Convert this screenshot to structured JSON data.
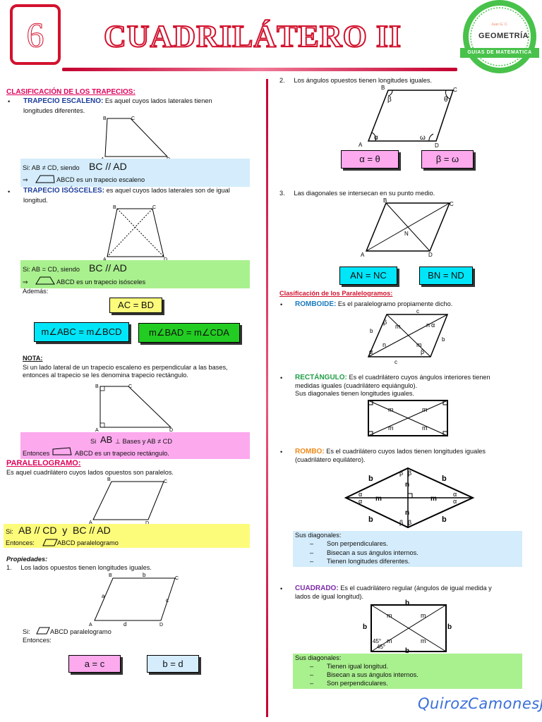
{
  "header": {
    "number": "6",
    "title": "CUADRILÁTERO II",
    "badge_author": "Juan G. C.",
    "badge_subject": "GEOMETRÍA",
    "badge_ribbon": "GUIAS DE MATEMATICA"
  },
  "left": {
    "trapecios_heading": "CLASIFICACIÓN DE LOS TRAPECIOS:",
    "escaleno_title": "TRAPECIO ESCALENO:",
    "escaleno_text_1": "Es aquel cuyos lados laterales tienen",
    "escaleno_text_2": "longitudes diferentes.",
    "escaleno_cond": "Si: AB ≠ CD, siendo",
    "escaleno_parallel": "BC // AD",
    "escaleno_result": "ABCD es un trapecio escaleno",
    "isosceles_title": "TRAPECIO ISÓSCELES:",
    "isosceles_text_1": "es aquel cuyos lados laterales son de igual",
    "isosceles_text_2": "longitud.",
    "isosceles_cond": "Si: AB = CD, siendo",
    "isosceles_parallel": "BC // AD",
    "isosceles_result": "ABCD es un trapecio isósceles",
    "ademas": "Además:",
    "f_ac_bd": "AC = BD",
    "f_abc_bcd": "m∠ABC = m∠BCD",
    "f_bad_cda": "m∠BAD = m∠CDA",
    "nota_title": "NOTA:",
    "nota_text_1": "Si un lado lateral de un trapecio escaleno es perpendicular a las bases,",
    "nota_text_2": "entonces al trapecio se les denomina trapecio rectángulo.",
    "rect_cond_a": "Si",
    "rect_cond_ab": "AB",
    "rect_cond_b": "⊥ Bases  y  AB ≠ CD",
    "rect_result_a": "Entonces",
    "rect_result_b": "ABCD es un trapecio rectángulo.",
    "paral_heading": "PARALELOGRAMO:",
    "paral_text": "Es aquel cuadrilátero cuyos lados opuestos son paralelos.",
    "paral_cond_a": "Si:",
    "paral_cond_b": "AB // CD  y  BC // AD",
    "paral_result": "Entonces:",
    "paral_result_b": "ABCD paralelogramo",
    "prop_title": "Propiedades:",
    "prop1": "1.     Los lados opuestos tienen longitudes iguales.",
    "prop1_si": "Si:",
    "prop1_si_b": "ABCD paralelogramo",
    "prop1_entonces": "Entonces:",
    "f_a_c": "a = c",
    "f_b_d": "b = d"
  },
  "right": {
    "prop2": "2.     Los ángulos opuestos tienen longitudes iguales.",
    "f_alpha_theta": "α = θ",
    "f_beta_omega": "β = ω",
    "prop3": "3.     Las diagonales se intersecan en su punto medio.",
    "f_an_nc": "AN = NC",
    "f_bn_nd": "BN = ND",
    "clasif_heading": "Clasificación de los Paralelogramos:",
    "romboide_title": "ROMBOIDE:",
    "romboide_text": "Es el paralelogramo propiamente dicho.",
    "rect_title": "RECTÁNGULO:",
    "rect_text_1": "Es el cuadrilátero cuyos ángulos interiores tienen",
    "rect_text_2": "medidas iguales (cuadrilátero equiángulo).",
    "rect_text_3": "Sus diagonales tienen longitudes iguales.",
    "rombo_title": "ROMBO:",
    "rombo_text_1": "Es el cuadrilátero cuyos lados tienen longitudes iguales",
    "rombo_text_2": "(cuadrilátero equilátero).",
    "rombo_diag_title": "Sus diagonales:",
    "rombo_diag": [
      "Son perpendiculares.",
      "Bisecan a sus ángulos internos.",
      "Tienen longitudes diferentes."
    ],
    "cuadrado_title": "CUADRADO:",
    "cuadrado_text_1": "Es el cuadrilátero regular (ángulos de igual medida y",
    "cuadrado_text_2": "lados de igual longitud).",
    "cuadrado_diag_title": "Sus diagonales:",
    "cuadrado_diag": [
      "Tienen igual longitud.",
      "Bisecan a sus ángulos internos.",
      "Son perpendiculares."
    ]
  },
  "signature": "QuirozCamonesJ",
  "colors": {
    "title_red": "#d2122e",
    "heading_magenta": "#e0005b",
    "heading_blue": "#1c3e9c",
    "cyan_box": "#d4ecfb",
    "green_box": "#a9f08e",
    "pink_box": "#fca9ee",
    "yellow_box": "#fdfb7a",
    "badge_green": "#48c24a"
  }
}
